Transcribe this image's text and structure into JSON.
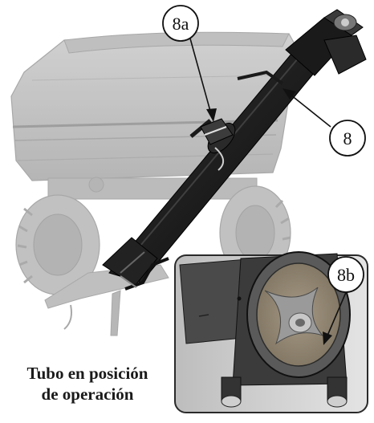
{
  "callouts": {
    "auger_tube": "8",
    "hinge_latch": "8a",
    "discharge_opening": "8b"
  },
  "caption": {
    "line1": "Tubo en posición",
    "line2": "de operación"
  }
}
